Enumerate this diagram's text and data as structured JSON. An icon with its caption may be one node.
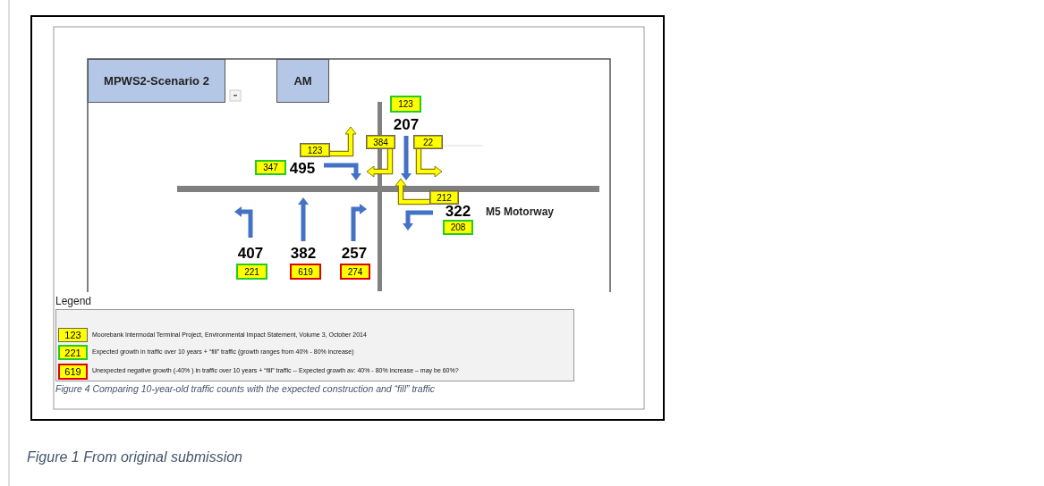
{
  "diagram": {
    "caption": "Figure 1 From original submission",
    "nodes": [
      {
        "text": [
          "MPWS2-Scenario 2"
        ]
      },
      {
        "text": [
          "AM"
        ]
      },
      {
        "text": [
          "123"
        ]
      },
      {
        "text": [
          "123"
        ]
      },
      {
        "text": [
          "384"
        ]
      },
      {
        "text": [
          "22"
        ]
      },
      {
        "text": [
          "347"
        ]
      },
      {
        "text": [
          "212"
        ]
      },
      {
        "text": [
          "208"
        ]
      },
      {
        "text": [
          "221"
        ]
      },
      {
        "text": [
          "619"
        ]
      },
      {
        "text": [
          "274"
        ]
      },
      {
        "text": [
          "Legend"
        ]
      },
      {
        "text": [
          "123"
        ],
        "in": 12
      },
      {
        "text": [
          "221"
        ],
        "in": 12
      },
      {
        "text": [
          "619"
        ],
        "in": 12
      }
    ],
    "edges": [],
    "labels": [
      "207",
      "495",
      "322",
      "M5 Motorway",
      "407",
      "382",
      "257",
      "Figure 4 Comparing 10-year-old traffic counts with the expected construction and “fill” traffic"
    ],
    "legend": [
      {
        "text": "Moorebank Intermodal Terminal Project, Environmental Impact Statement, Volume 3, October 2014",
        "color": "#ffff00"
      },
      {
        "text": "Expected growth in traffic over 10 years + “fill” traffic (growth ranges from 40% - 80% increase)",
        "color": "#22cc22"
      },
      {
        "text": "Unexpected negative growth (-40% ) in traffic over 10 years + “fill” traffic -- Expected growth av: 40% - 80% increase – may be 60%?",
        "color": "#e00000"
      }
    ]
  }
}
